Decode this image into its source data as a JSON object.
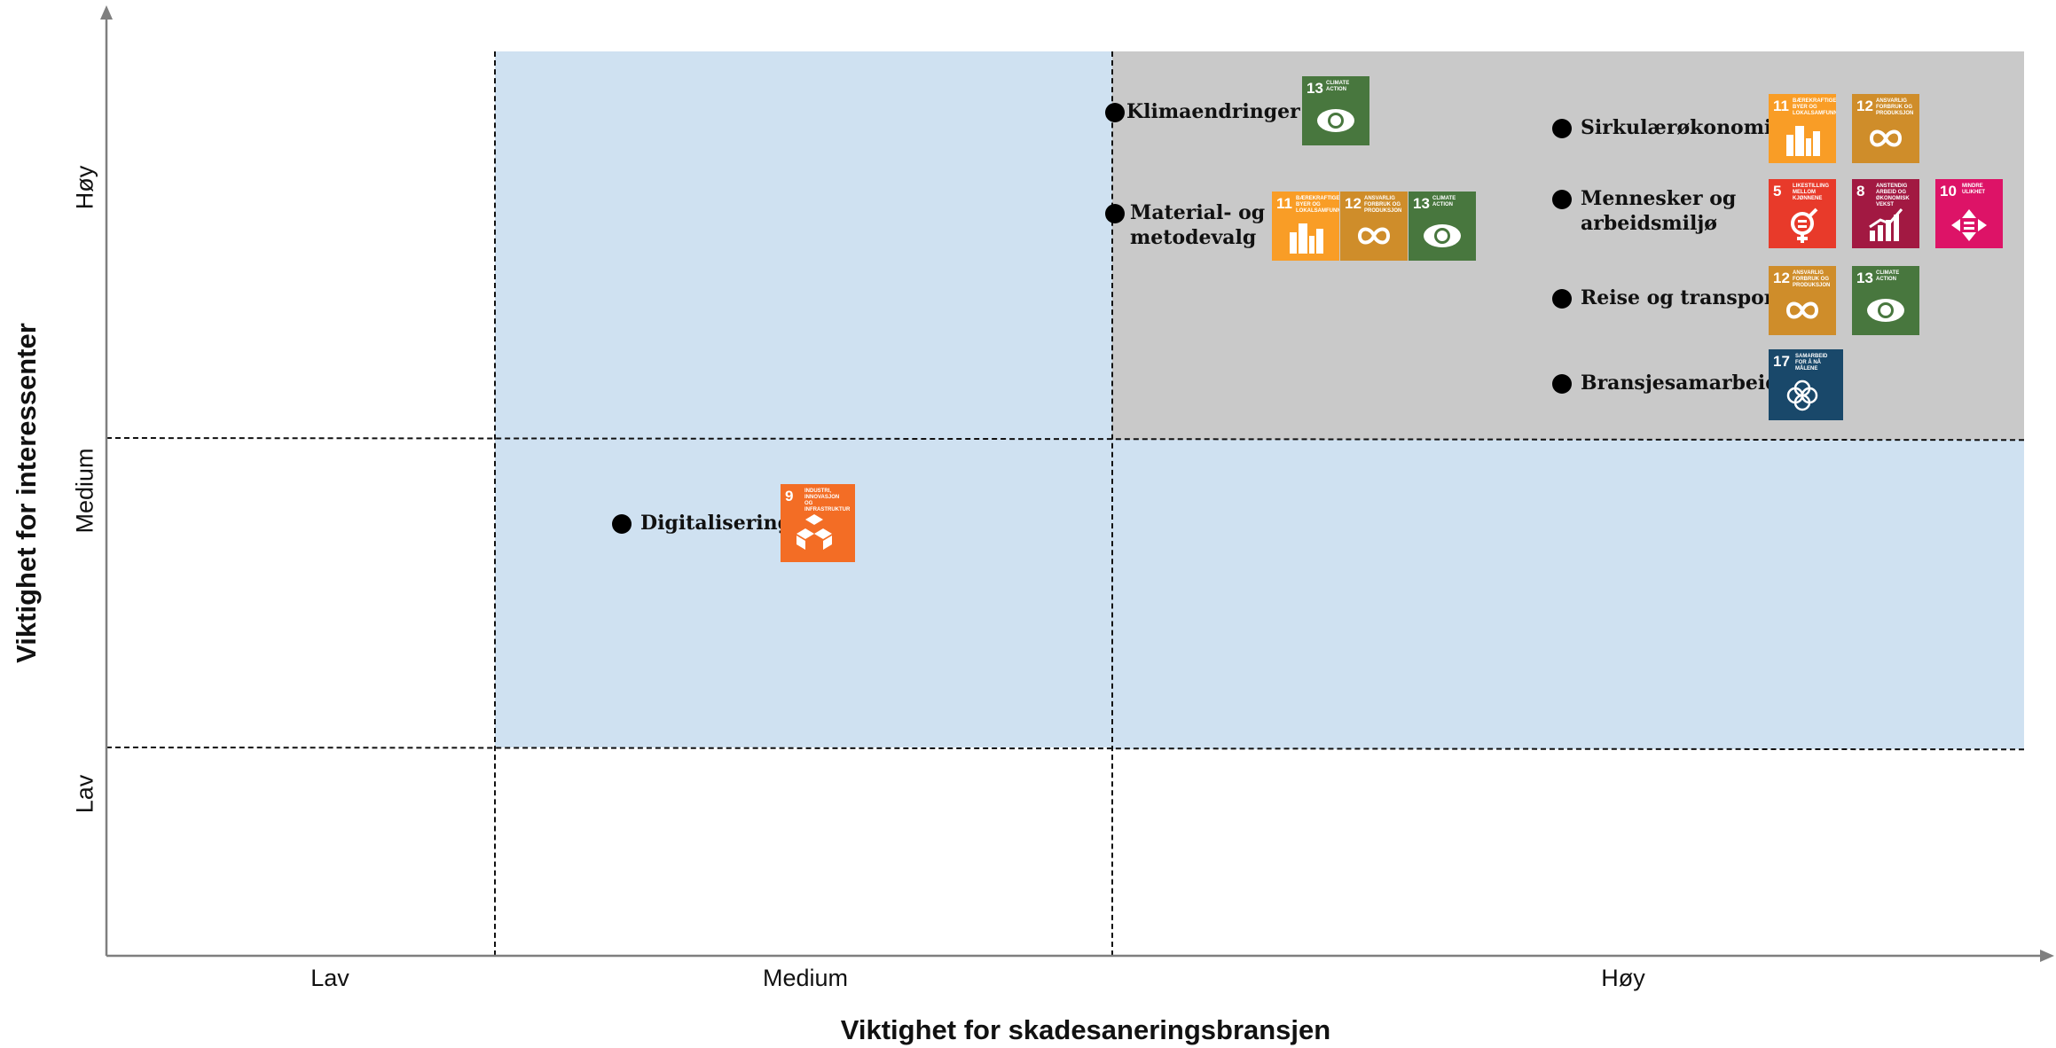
{
  "axes": {
    "x_title": "Viktighet for skadesaneringsbransjen",
    "y_title": "Viktighet for interessenter",
    "x_ticks": [
      "Lav",
      "Medium",
      "Høy"
    ],
    "y_ticks": [
      "Høy",
      "Medium",
      "Lav"
    ]
  },
  "colors": {
    "light_blue": "#cfe1f1",
    "grey": "#c9c9c9",
    "axis": "#7f7f7f"
  },
  "topics": [
    {
      "label": "Klimaendringer",
      "x_level": "Høy",
      "y_level": "Høy",
      "sdgs": [
        "13"
      ]
    },
    {
      "label": "Material- og\nmetodevalg",
      "x_level": "Høy",
      "y_level": "Høy",
      "sdgs": [
        "11",
        "12",
        "13"
      ]
    },
    {
      "label": "Sirkulærøkonomi",
      "x_level": "Høy",
      "y_level": "Høy",
      "sdgs": [
        "11",
        "12"
      ]
    },
    {
      "label": "Mennesker og\narbeidsmiljø",
      "x_level": "Høy",
      "y_level": "Høy",
      "sdgs": [
        "5",
        "8",
        "10"
      ]
    },
    {
      "label": "Reise og transport",
      "x_level": "Høy",
      "y_level": "Høy",
      "sdgs": [
        "12",
        "13"
      ]
    },
    {
      "label": "Bransjesamarbeid",
      "x_level": "Høy",
      "y_level": "Høy",
      "sdgs": [
        "17"
      ]
    },
    {
      "label": "Digitalisering",
      "x_level": "Medium",
      "y_level": "Medium",
      "sdgs": [
        "9"
      ]
    }
  ],
  "sdg_icons": {
    "5": {
      "number": "5",
      "caption": "Likestilling mellom kjønnene",
      "color": "#e83a2a",
      "icon": "gender-equality-icon"
    },
    "8": {
      "number": "8",
      "caption": "Anstendig arbeid og økonomisk vekst",
      "color": "#a21942",
      "icon": "growth-chart-icon"
    },
    "9": {
      "number": "9",
      "caption": "Industri, innovasjon og infrastruktur",
      "color": "#f36d25",
      "icon": "cubes-icon"
    },
    "10": {
      "number": "10",
      "caption": "Mindre ulikhet",
      "color": "#dd1367",
      "icon": "equality-arrows-icon"
    },
    "11": {
      "number": "11",
      "caption": "Bærekraftige byer og lokalsamfunn",
      "color": "#f99d26",
      "icon": "city-icon"
    },
    "12": {
      "number": "12",
      "caption": "Ansvarlig forbruk og produksjon",
      "color": "#cf8d2a",
      "icon": "infinity-icon"
    },
    "13": {
      "number": "13",
      "caption": "Climate action",
      "color": "#48773e",
      "icon": "eye-globe-icon"
    },
    "17": {
      "number": "17",
      "caption": "Samarbeid for å nå målene",
      "color": "#19486a",
      "icon": "flower-rings-icon"
    }
  }
}
